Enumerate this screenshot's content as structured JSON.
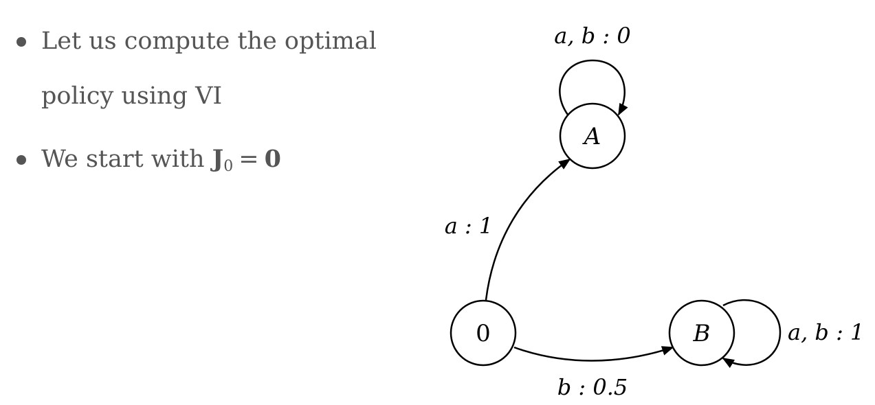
{
  "bullets": [
    {
      "line1": "Let us compute the optimal",
      "line2": "policy using VI"
    },
    {
      "prefix": "We start with ",
      "var": "J",
      "sub": "0",
      "equals": "=",
      "value": "0"
    }
  ],
  "diagram": {
    "nodes": {
      "zero": "0",
      "A": "A",
      "B": "B"
    },
    "edges": {
      "zero_to_A": "a : 1",
      "zero_to_B": "b : 0.5",
      "A_self": "a, b : 0",
      "B_self": "a, b : 1"
    }
  }
}
